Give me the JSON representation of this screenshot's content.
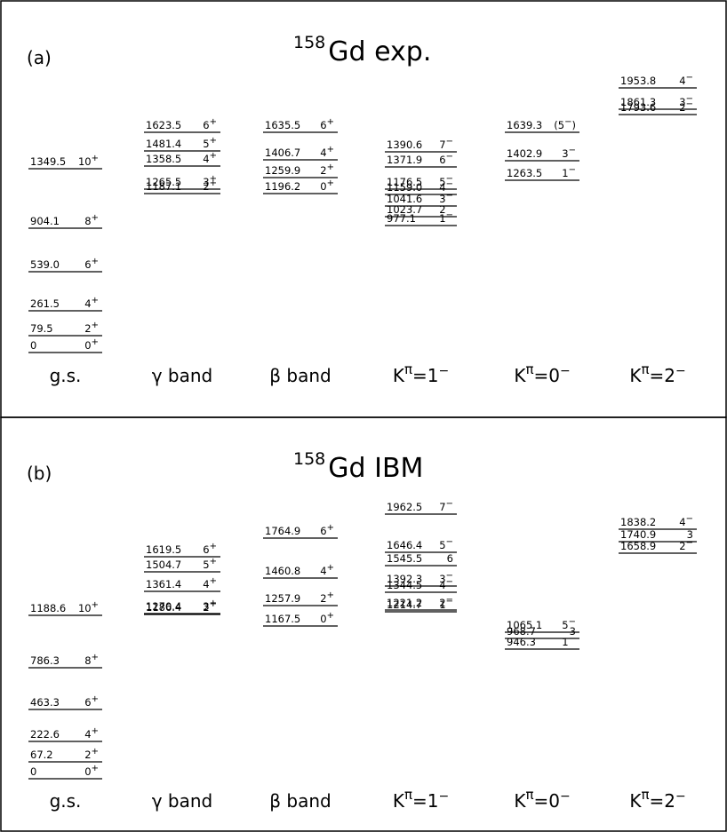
{
  "panels": [
    {
      "label": "(a)",
      "title_sup": "158",
      "title_main": "Gd exp.",
      "band_labels": [
        "g.s.",
        "γ band",
        "β band",
        "Kπ=1−",
        "Kπ=0−",
        "Kπ=2−"
      ],
      "bands": [
        {
          "levels": [
            {
              "energy": "0",
              "spin": "0+"
            },
            {
              "energy": "79.5",
              "spin": "2+"
            },
            {
              "energy": "261.5",
              "spin": "4+"
            },
            {
              "energy": "539.0",
              "spin": "6+"
            },
            {
              "energy": "904.1",
              "spin": "8+"
            },
            {
              "energy": "1349.5",
              "spin": "10+"
            }
          ]
        },
        {
          "levels": [
            {
              "energy": "1187.1",
              "spin": "2+"
            },
            {
              "energy": "1265.5",
              "spin": "3+"
            },
            {
              "energy": "1358.5",
              "spin": "4+"
            },
            {
              "energy": "1481.4",
              "spin": "5+"
            },
            {
              "energy": "1623.5",
              "spin": "6+"
            }
          ]
        },
        {
          "levels": [
            {
              "energy": "1196.2",
              "spin": "0+"
            },
            {
              "energy": "1259.9",
              "spin": "2+"
            },
            {
              "energy": "1406.7",
              "spin": "4+"
            },
            {
              "energy": "1635.5",
              "spin": "6+"
            }
          ]
        },
        {
          "levels": [
            {
              "energy": "977.1",
              "spin": "1−"
            },
            {
              "energy": "1023.7",
              "spin": "2−"
            },
            {
              "energy": "1041.6",
              "spin": "3−"
            },
            {
              "energy": "1159.0",
              "spin": "4−"
            },
            {
              "energy": "1176.5",
              "spin": "5−"
            },
            {
              "energy": "1371.9",
              "spin": "6−"
            },
            {
              "energy": "1390.6",
              "spin": "7−"
            }
          ]
        },
        {
          "levels": [
            {
              "energy": "1263.5",
              "spin": "1−"
            },
            {
              "energy": "1402.9",
              "spin": "3−"
            },
            {
              "energy": "1639.3",
              "spin": "(5−)"
            }
          ]
        },
        {
          "levels": [
            {
              "energy": "1793.6",
              "spin": "2−"
            },
            {
              "energy": "1861.3",
              "spin": "3−"
            },
            {
              "energy": "1953.8",
              "spin": "4−"
            }
          ]
        }
      ]
    },
    {
      "label": "(b)",
      "title_sup": "158",
      "title_main": "Gd IBM",
      "band_labels": [
        "g.s.",
        "γ band",
        "β band",
        "Kπ=1−",
        "Kπ=0−",
        "Kπ=2−"
      ],
      "bands": [
        {
          "levels": [
            {
              "energy": "0",
              "spin": "0+"
            },
            {
              "energy": "67.2",
              "spin": "2+"
            },
            {
              "energy": "222.6",
              "spin": "4+"
            },
            {
              "energy": "463.3",
              "spin": "6+"
            },
            {
              "energy": "786.3",
              "spin": "8+"
            },
            {
              "energy": "1188.6",
              "spin": "10+"
            }
          ]
        },
        {
          "levels": [
            {
              "energy": "1186.4",
              "spin": "2+"
            },
            {
              "energy": "1270.4",
              "spin": "3+"
            },
            {
              "energy": "1361.4",
              "spin": "4+"
            },
            {
              "energy": "1504.7",
              "spin": "5+"
            },
            {
              "energy": "1619.5",
              "spin": "6+"
            }
          ]
        },
        {
          "levels": [
            {
              "energy": "1167.5",
              "spin": "0+"
            },
            {
              "energy": "1257.9",
              "spin": "2+"
            },
            {
              "energy": "1460.8",
              "spin": "4+"
            },
            {
              "energy": "1764.9",
              "spin": "6+"
            }
          ]
        },
        {
          "levels": [
            {
              "energy": "1214.7",
              "spin": "1−"
            },
            {
              "energy": "1221.2",
              "spin": "2−"
            },
            {
              "energy": "1344.5",
              "spin": "4−"
            },
            {
              "energy": "1392.3",
              "spin": "3−"
            },
            {
              "energy": "1545.5",
              "spin": "6"
            },
            {
              "energy": "1646.4",
              "spin": "5−"
            },
            {
              "energy": "1962.5",
              "spin": "7−"
            }
          ]
        },
        {
          "levels": [
            {
              "energy": "946.3",
              "spin": "1−"
            },
            {
              "energy": "968.7",
              "spin": "3"
            },
            {
              "energy": "1065.1",
              "spin": "5−"
            }
          ]
        },
        {
          "levels": [
            {
              "energy": "1658.9",
              "spin": "2−"
            },
            {
              "energy": "1740.9",
              "spin": "3"
            },
            {
              "energy": "1838.2",
              "spin": "4−"
            }
          ]
        }
      ]
    }
  ]
}
